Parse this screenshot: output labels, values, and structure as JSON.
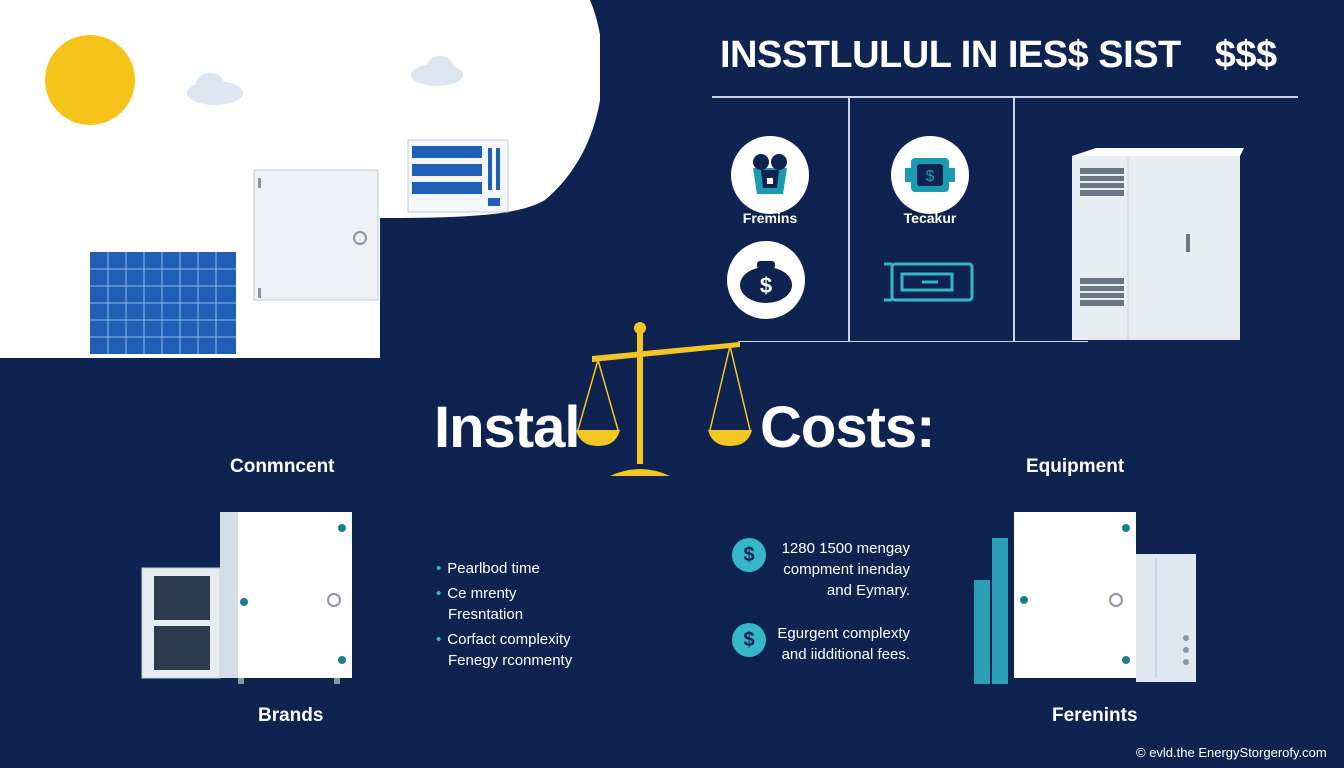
{
  "header": {
    "title": "INSSTLULUL IN IES$ SIST",
    "currency": "$$$"
  },
  "icons": [
    {
      "name": "people-icon",
      "label": "Fremins"
    },
    {
      "name": "money-device-icon",
      "label": "Tecakur"
    },
    {
      "name": "money-bag-icon",
      "label": ""
    },
    {
      "name": "circuit-icon",
      "label": ""
    }
  ],
  "headline": {
    "left": "Instal",
    "right": "Costs:"
  },
  "sections": {
    "left_top": "Conmncent",
    "right_top": "Equipment",
    "left_bottom": "Brands",
    "right_bottom": "Ferenints"
  },
  "bullets_left": [
    {
      "line1": "Pearlbod time",
      "line2": ""
    },
    {
      "line1": "Ce mrenty",
      "line2": "Fresntation"
    },
    {
      "line1": "Corfact complexity",
      "line2": "Fenegy rconmenty"
    }
  ],
  "bullets_right": [
    {
      "lines": [
        "1280 1500 mengay",
        "compment inenday",
        "and Eymary."
      ]
    },
    {
      "lines": [
        "Egurgent complexty",
        "and iidditional fees."
      ]
    }
  ],
  "dollar_symbol": "$",
  "footer": "© evld.the EnergyStorgerofy.com",
  "colors": {
    "background": "#0f2350",
    "accent": "#36b7c9",
    "sun": "#f6c31a",
    "scale": "#f3c623"
  }
}
